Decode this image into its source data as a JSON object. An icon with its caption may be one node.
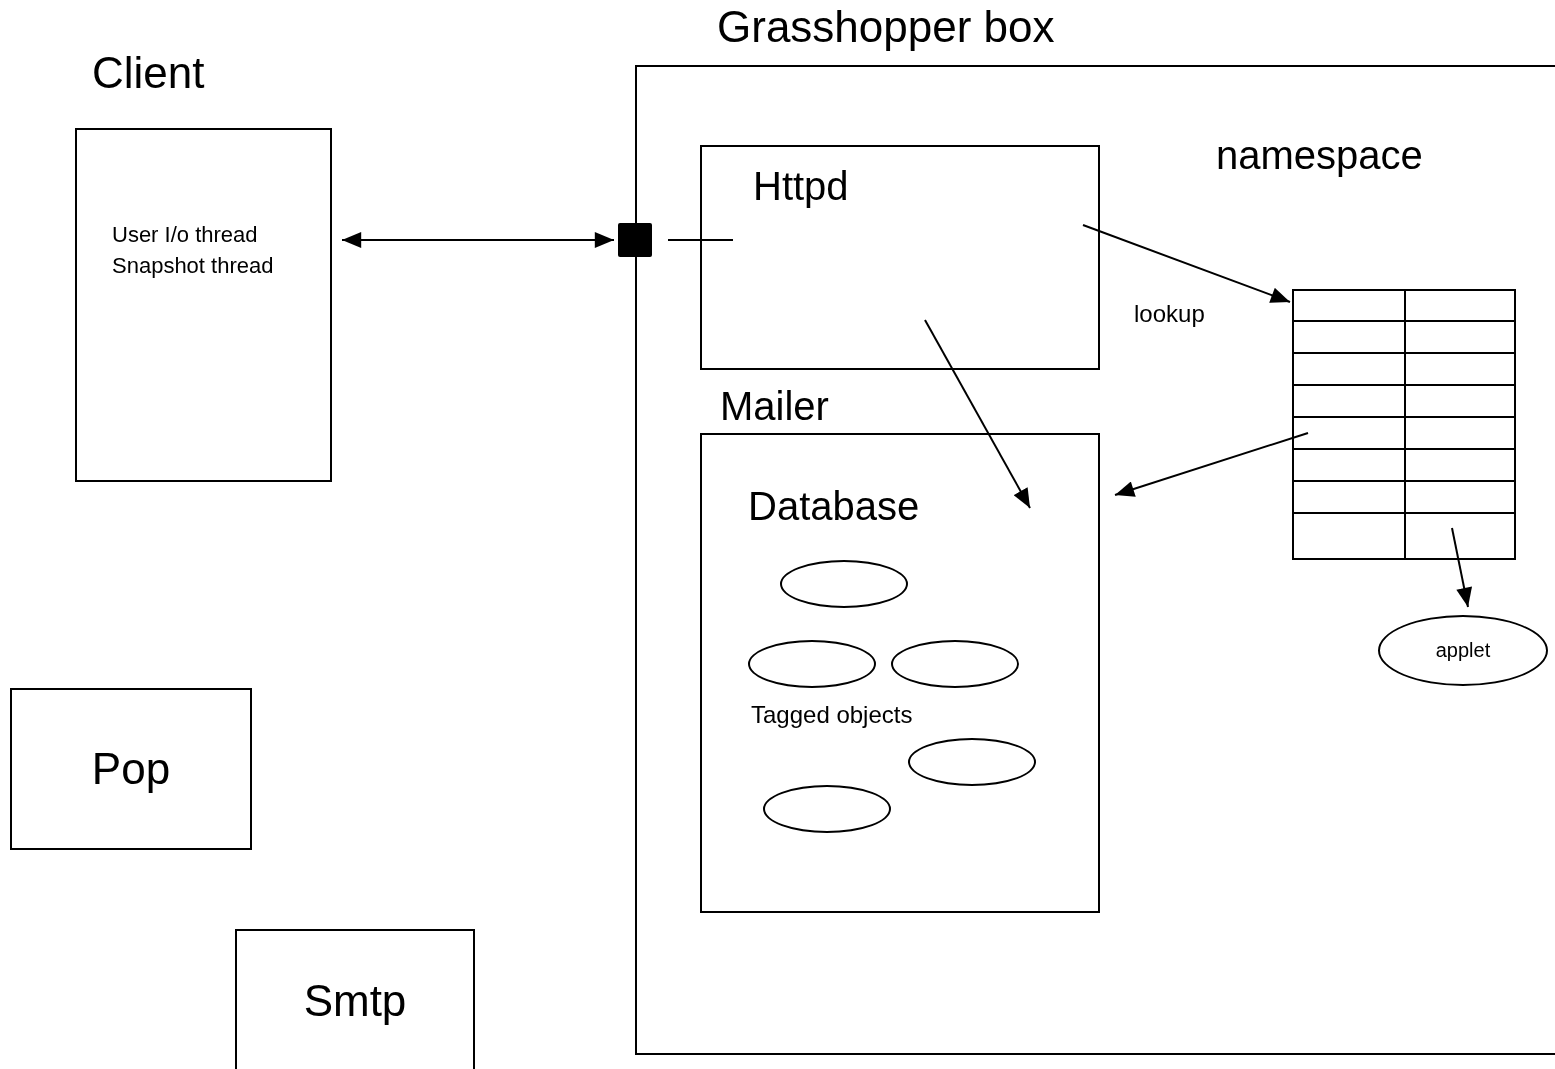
{
  "diagram": {
    "nodes": [
      {
        "text": [
          "Grasshopper box"
        ]
      },
      {
        "text": [
          "Client",
          "User I/o thread",
          "Snapshot thread"
        ]
      },
      {
        "text": [],
        "shape": "box"
      },
      {
        "text": [
          "Httpd"
        ],
        "in": 0
      },
      {
        "text": [
          "Mailer",
          "Database",
          "Tagged objects"
        ],
        "in": 0
      },
      {
        "text": [],
        "shape": "table",
        "in": 0
      },
      {
        "text": [],
        "shape": "ellipse",
        "in": 4
      },
      {
        "text": [],
        "shape": "ellipse",
        "in": 4
      },
      {
        "text": [],
        "shape": "ellipse",
        "in": 4
      },
      {
        "text": [],
        "shape": "ellipse",
        "in": 4
      },
      {
        "text": [],
        "shape": "ellipse",
        "in": 4
      },
      {
        "text": [
          "applet"
        ],
        "in": 0
      },
      {
        "text": [
          "Pop"
        ]
      },
      {
        "text": [
          "Smtp"
        ]
      }
    ],
    "edges": [
      {
        "from": 1,
        "to": 2,
        "arrow": "both"
      },
      {
        "from": 2,
        "to": 3,
        "arrow": "none"
      },
      {
        "from": 3,
        "to": 5,
        "arrow": "to",
        "label": "lookup"
      },
      {
        "from": 3,
        "to": 4,
        "arrow": "to"
      },
      {
        "from": 5,
        "to": 4,
        "arrow": "to"
      },
      {
        "from": 5,
        "to": 11,
        "arrow": "to"
      }
    ],
    "labels": [
      "namespace"
    ]
  }
}
